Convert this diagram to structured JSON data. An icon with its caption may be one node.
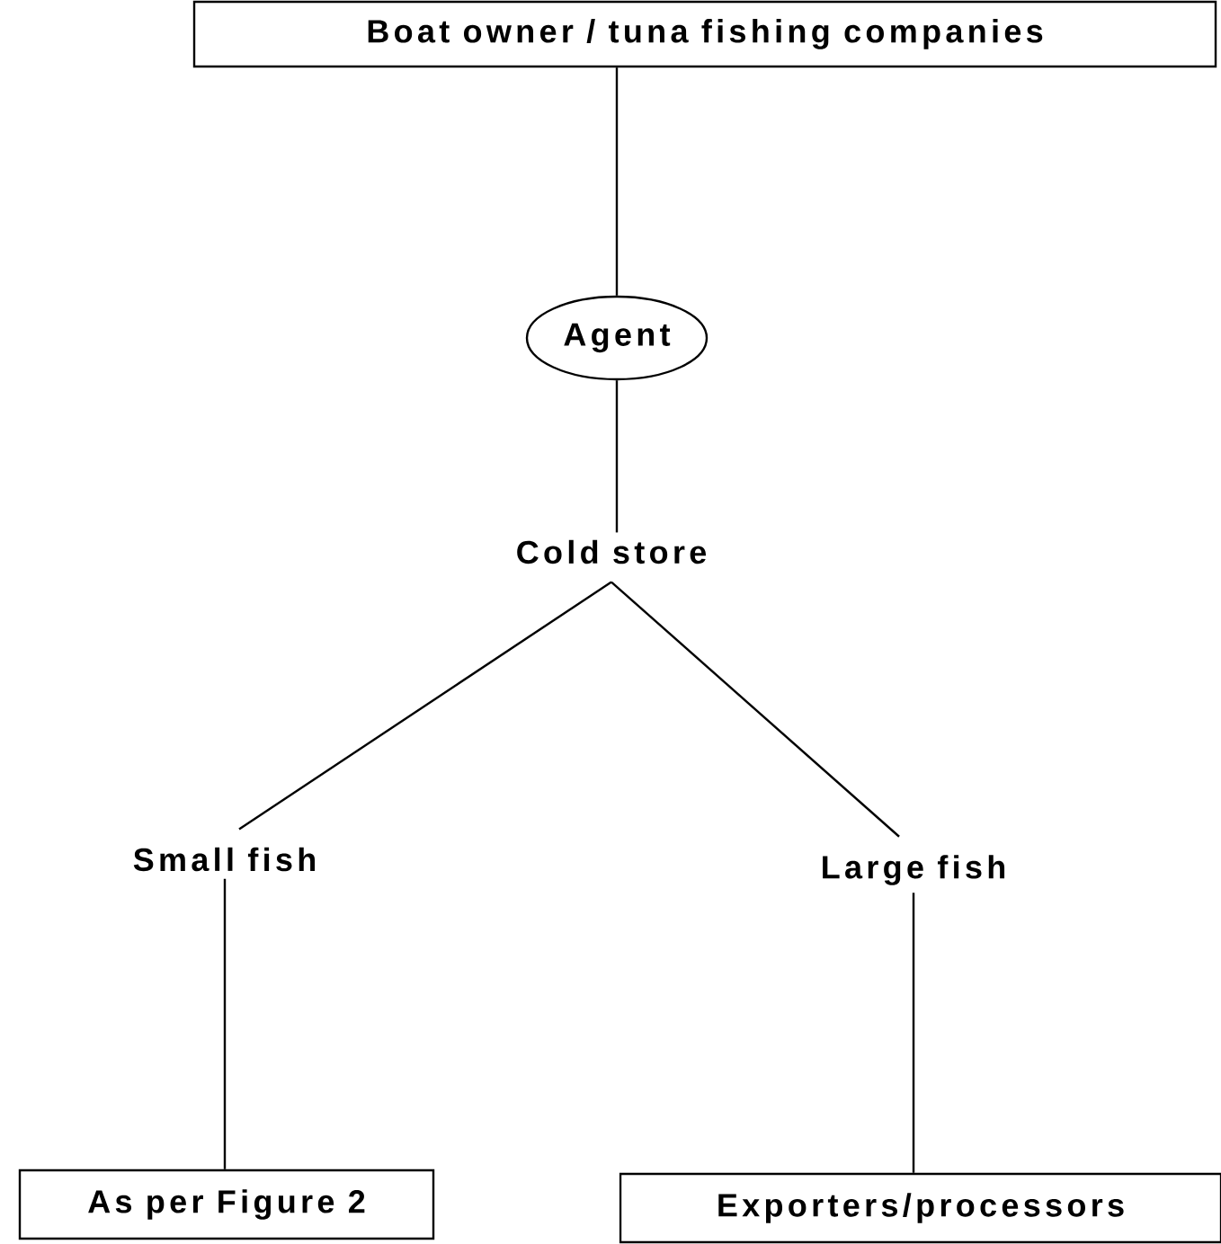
{
  "diagram": {
    "nodes": [
      {
        "text": [
          "Boat owner / tuna fishing companies"
        ]
      },
      {
        "text": [
          "Agent"
        ]
      },
      {
        "text": [
          "Cold store"
        ]
      },
      {
        "text": [
          "Small fish"
        ]
      },
      {
        "text": [
          "Large fish"
        ]
      },
      {
        "text": [
          "As per Figure 2"
        ]
      },
      {
        "text": [
          "Exporters/processors"
        ]
      }
    ],
    "edges": [
      {
        "from": 0,
        "to": 1,
        "arrow": "none"
      },
      {
        "from": 1,
        "to": 2,
        "arrow": "none"
      },
      {
        "from": 2,
        "to": 3,
        "arrow": "none"
      },
      {
        "from": 2,
        "to": 4,
        "arrow": "none"
      },
      {
        "from": 3,
        "to": 5,
        "arrow": "none"
      },
      {
        "from": 4,
        "to": 6,
        "arrow": "none"
      }
    ]
  }
}
